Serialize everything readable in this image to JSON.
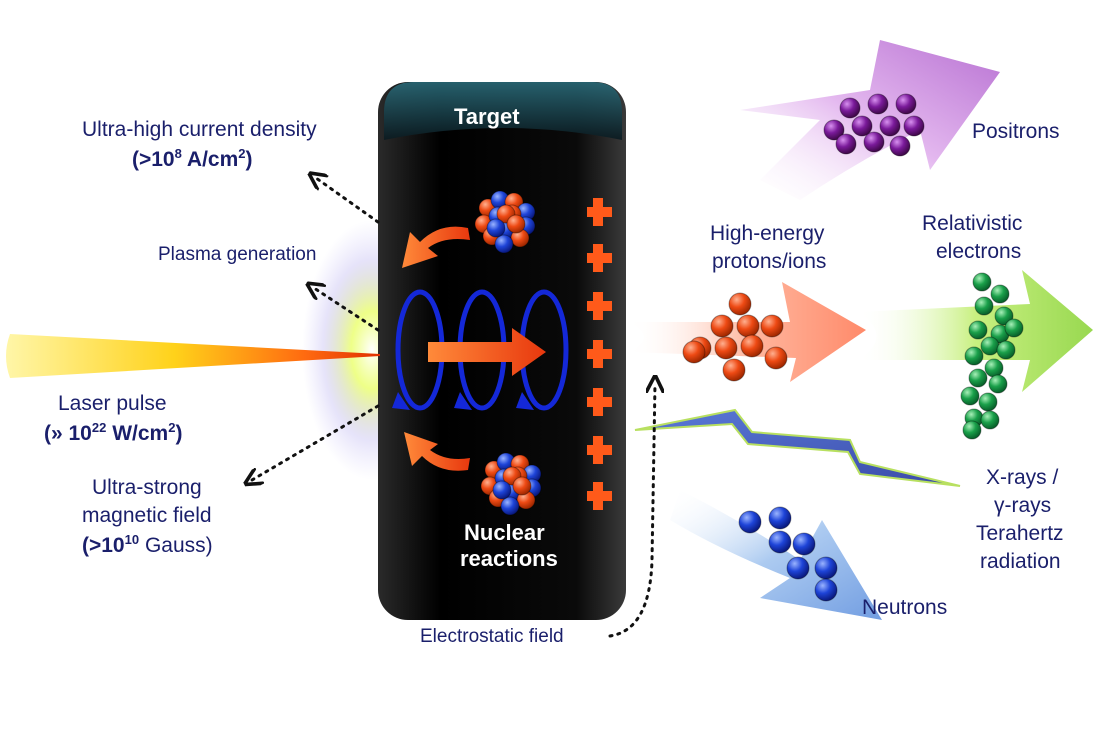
{
  "labels": {
    "target": "Target",
    "current_density": "Ultra-high current density",
    "current_density_value_prefix": "(>10",
    "current_density_exp": "8",
    "current_density_value_suffix": " A/cm",
    "current_density_sq": "2",
    "current_density_close": ")",
    "plasma": "Plasma generation",
    "laser_pulse": "Laser pulse",
    "laser_value_prefix": "(» 10",
    "laser_exp": "22",
    "laser_value_suffix": " W/cm",
    "laser_sq": "2",
    "laser_close": ")",
    "magnetic_line1": "Ultra-strong",
    "magnetic_line2": "magnetic field",
    "magnetic_value_prefix": "(>10",
    "magnetic_exp": "10",
    "magnetic_value_suffix": " Gauss)",
    "nuclear_line1": "Nuclear",
    "nuclear_line2": "reactions",
    "electrostatic": "Electrostatic field",
    "positrons": "Positrons",
    "protons_line1": "High-energy",
    "protons_line2": "protons/ions",
    "electrons_line1": "Relativistic",
    "electrons_line2": "electrons",
    "xrays_line1": "X-rays /",
    "xrays_line2": "γ-rays",
    "xrays_line3": "Terahertz",
    "xrays_line4": "radiation",
    "neutrons": "Neutrons"
  },
  "colors": {
    "text": "#1a1f6b",
    "target": "#111111",
    "plus": "#ff5a1a",
    "loops": "#1428d8",
    "positrons_arrow": "#c98ad8",
    "positrons_particle": "#6a1a8a",
    "protons_arrow": "#ff9a7a",
    "protons_particle": "#e8380e",
    "electrons_arrow": "#a8e060",
    "electrons_particle": "#1a9a4a",
    "neutrons_arrow": "#7aa8e0",
    "neutrons_particle": "#1a3ac8",
    "xray_bolt": "#6a8ae0"
  }
}
